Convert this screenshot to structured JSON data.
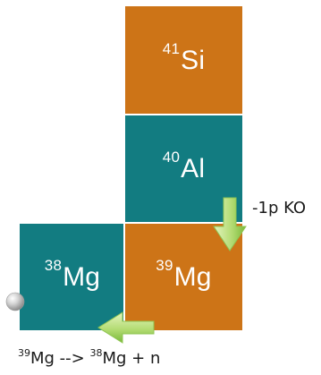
{
  "colors": {
    "orange": "#CD7417",
    "teal": "#127C81",
    "arrow_green_light": "#D6EEA2",
    "arrow_green_dark": "#7EBE3E",
    "sphere": "#BFBFBF"
  },
  "cells": {
    "si41": {
      "mass": "41",
      "symbol": "Si",
      "color": "orange"
    },
    "al40": {
      "mass": "40",
      "symbol": "Al",
      "color": "teal"
    },
    "mg38": {
      "mass": "38",
      "symbol": "Mg",
      "color": "teal"
    },
    "mg39": {
      "mass": "39",
      "symbol": "Mg",
      "color": "orange"
    }
  },
  "labels": {
    "knockout": "-1p KO",
    "reaction": {
      "mass1": "39",
      "sym1": "Mg --> ",
      "mass2": "38",
      "sym2": "Mg + n"
    }
  },
  "icons": {
    "down_arrow": "green-down-arrow-icon",
    "left_arrow": "green-left-arrow-icon",
    "neutron": "neutron-sphere-icon"
  }
}
